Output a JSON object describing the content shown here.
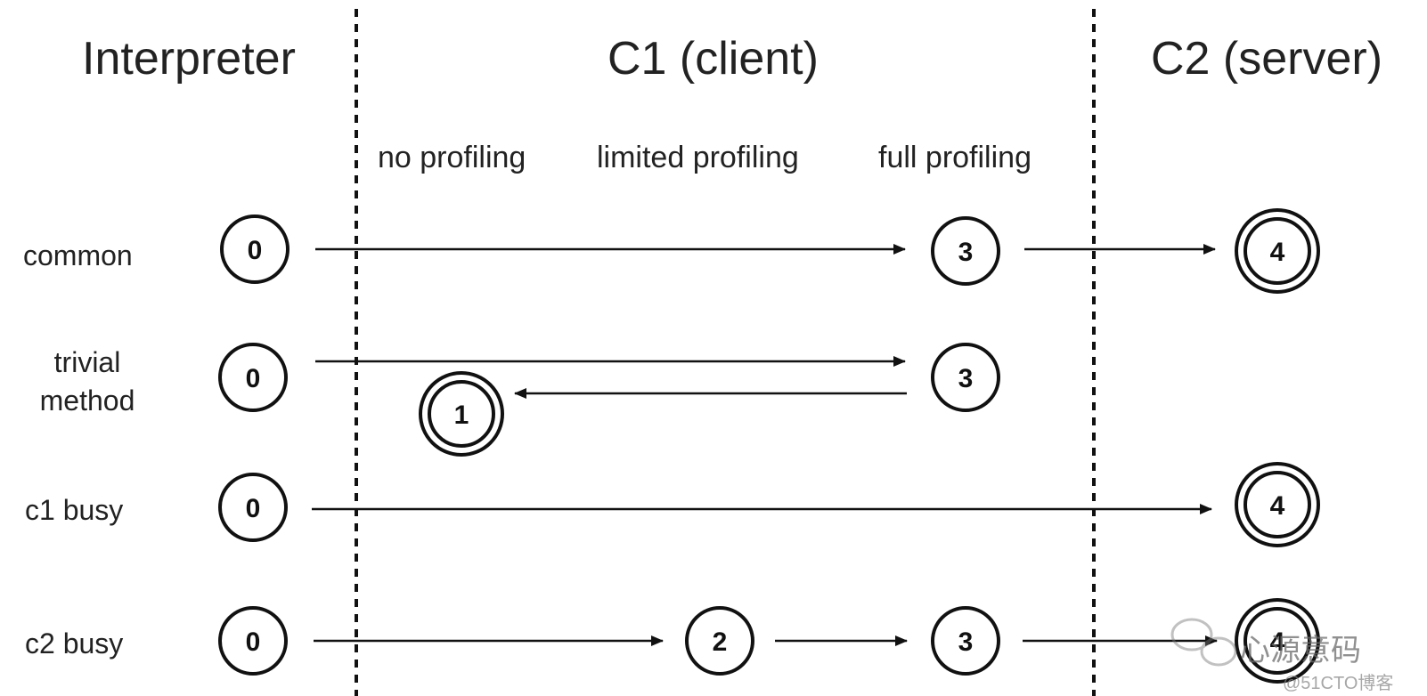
{
  "columns": {
    "interpreter": "Interpreter",
    "c1": "C1 (client)",
    "c2": "C2 (server)"
  },
  "subcolumns": {
    "no_profiling": "no profiling",
    "limited_profiling": "limited profiling",
    "full_profiling": "full profiling"
  },
  "rows": {
    "common": "common",
    "trivial_line1": "trivial",
    "trivial_line2": "method",
    "c1_busy": "c1 busy",
    "c2_busy": "c2 busy"
  },
  "nodes": {
    "common": [
      "0",
      "3",
      "4"
    ],
    "trivial": [
      "0",
      "3",
      "1"
    ],
    "c1_busy": [
      "0",
      "4"
    ],
    "c2_busy": [
      "0",
      "2",
      "3",
      "4"
    ]
  },
  "watermark": {
    "brand": "心源意码",
    "credit": "@51CTO博客"
  },
  "colors": {
    "ink": "#111111",
    "text": "#222222",
    "watermark": "#6b6b6b"
  }
}
